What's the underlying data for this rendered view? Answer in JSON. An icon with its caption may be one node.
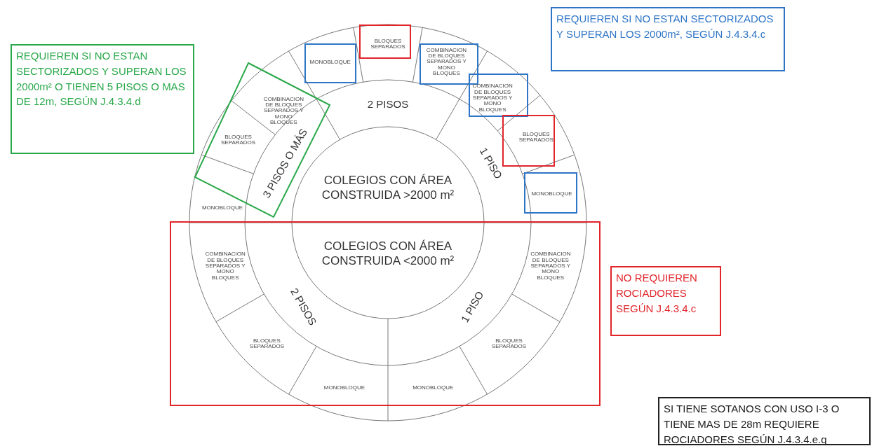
{
  "diagram": {
    "nodes": [
      {
        "text": [
          "REQUIEREN SI NO ESTAN SECTORIZADOS Y SUPERAN LOS 2000m² O TIENEN 5 PISOS O MAS DE 12m, SEGÚN J.4.3.4.d"
        ]
      },
      {
        "text": [
          "REQUIEREN SI NO ESTAN SECTORIZADOS Y SUPERAN LOS 2000m², SEGÚN J.4.3.4.c"
        ]
      },
      {
        "text": [
          "BLOQUES SEPARADOS"
        ]
      },
      {
        "text": [
          "MONOBLOQUE"
        ]
      },
      {
        "text": [
          "COMBINACION DE BLOQUES SEPARADOS Y MONO BLOQUES"
        ]
      },
      {
        "text": [
          "COMBINACION DE BLOQUES SEPARADOS Y MONO BLOQUES"
        ]
      },
      {
        "text": [
          "COMBINACION DE BLOQUES SEPARADOS Y MONO BLOQUES"
        ]
      },
      {
        "text": [
          "2 PISOS"
        ]
      },
      {
        "text": [
          "BLOQUES SEPARADOS"
        ]
      },
      {
        "text": [
          "BLOQUES SEPARADOS"
        ]
      },
      {
        "text": [
          "3 PISOS O MÁS"
        ]
      },
      {
        "text": [
          "1 PISO"
        ]
      },
      {
        "text": [
          "COLEGIOS CON ÁREA CONSTRUIDA >2000 m²"
        ]
      },
      {
        "text": [
          "MONOBLOQUE"
        ]
      },
      {
        "text": [
          "MONOBLOQUE"
        ]
      },
      {
        "text": [
          "COLEGIOS CON ÁREA CONSTRUIDA <2000 m²"
        ]
      },
      {
        "text": [
          "COMBINACION DE BLOQUES SEPARADOS Y MONO BLOQUES"
        ]
      },
      {
        "text": [
          "COMBINACION DE BLOQUES SEPARADOS Y MONO BLOQUES"
        ]
      },
      {
        "text": [
          "2 PISOS"
        ]
      },
      {
        "text": [
          "1 PISO"
        ]
      },
      {
        "text": [
          "NO REQUIEREN ROCIADORES SEGÚN J.4.3.4.c"
        ]
      },
      {
        "text": [
          "BLOQUES SEPARADOS"
        ]
      },
      {
        "text": [
          "BLOQUES SEPARADOS"
        ]
      },
      {
        "text": [
          "MONOBLOQUE"
        ]
      },
      {
        "text": [
          "MONOBLOQUE"
        ]
      },
      {
        "text": [
          "SI TIENE SOTANOS CON USO I-3 O TIENE MAS DE 28m REQUIERE ROCIADORES SEGÚN J.4.3.4.e.g"
        ]
      }
    ]
  }
}
